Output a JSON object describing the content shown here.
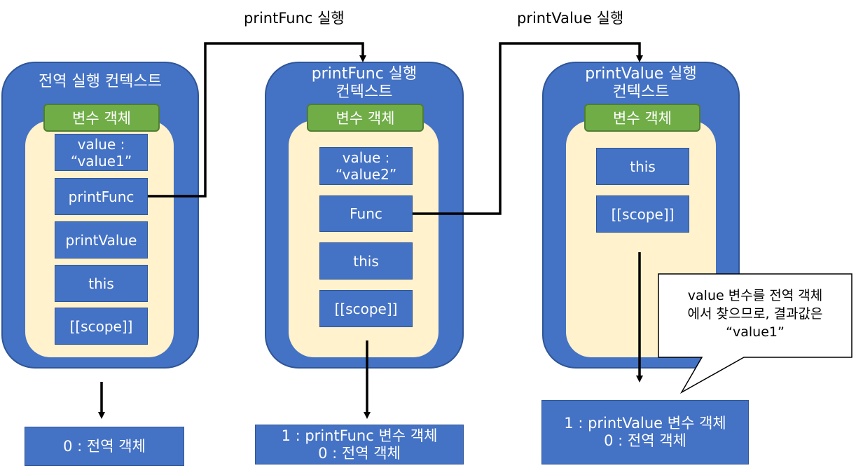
{
  "headings": {
    "print_func_exec": "printFunc 실행",
    "print_value_exec": "printValue 실행"
  },
  "contexts": [
    {
      "title": "전역 실행 컨텍스트",
      "var_object_label": "변수 객체",
      "cells": [
        "value :\n“value1”",
        "printFunc",
        "printValue",
        "this",
        "[[scope]]"
      ],
      "scope_chain": [
        "0 : 전역 객체"
      ]
    },
    {
      "title": "printFunc 실행\n컨텍스트",
      "var_object_label": "변수 객체",
      "cells": [
        "value :\n“value2”",
        "Func",
        "this",
        "[[scope]]"
      ],
      "scope_chain": [
        "1 : printFunc 변수 객체",
        "0 : 전역 객체"
      ]
    },
    {
      "title": "printValue 실행\n컨텍스트",
      "var_object_label": "변수 객체",
      "cells": [
        "this",
        "[[scope]]"
      ],
      "scope_chain": [
        "1 : printValue 변수 객체",
        "0 : 전역 객체"
      ]
    }
  ],
  "callout": {
    "text": "value 변수를 전역 객체\n에서 찾으므로, 결과값은\n“value1”"
  }
}
